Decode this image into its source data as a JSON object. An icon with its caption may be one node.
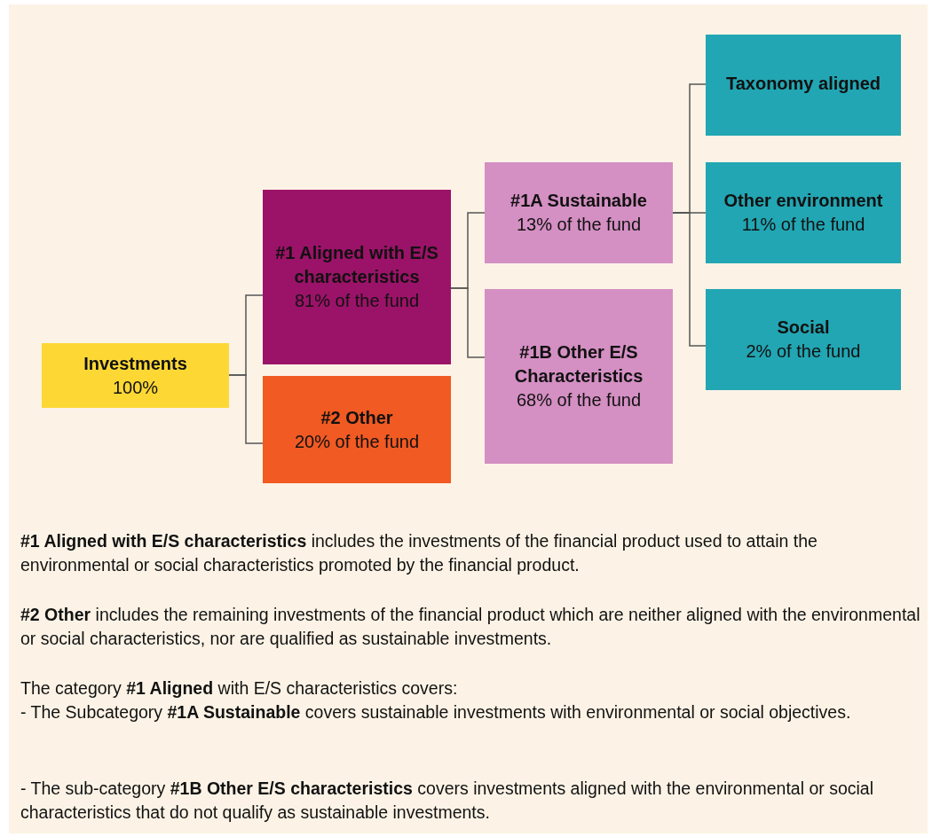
{
  "diagram": {
    "nodes": [
      {
        "text": [
          "Investments",
          "100%"
        ]
      },
      {
        "text": [
          "#1 Aligned with E/S characteristics",
          "81% of the fund"
        ]
      },
      {
        "text": [
          "#2 Other",
          "20% of the fund"
        ]
      },
      {
        "text": [
          "#1A Sustainable",
          "13% of the fund"
        ]
      },
      {
        "text": [
          "#1B Other E/S Characteristics",
          "68% of the fund"
        ]
      },
      {
        "text": [
          "Taxonomy aligned"
        ]
      },
      {
        "text": [
          "Other environment",
          "11% of the fund"
        ]
      },
      {
        "text": [
          "Social",
          "2% of the fund"
        ]
      }
    ],
    "edges": [
      {
        "from": 0,
        "to": 1,
        "arrow": "none"
      },
      {
        "from": 0,
        "to": 2,
        "arrow": "none"
      },
      {
        "from": 1,
        "to": 3,
        "arrow": "none"
      },
      {
        "from": 1,
        "to": 4,
        "arrow": "none"
      },
      {
        "from": 3,
        "to": 5,
        "arrow": "none"
      },
      {
        "from": 3,
        "to": 6,
        "arrow": "none"
      },
      {
        "from": 3,
        "to": 7,
        "arrow": "none"
      }
    ],
    "labels": [
      "**#1 Aligned with E/S characteristics** includes the investments of the financial product used to attain the environmental or social characteristics promoted by the financial product.",
      "**#2 Other** includes the remaining investments of the financial product which are neither aligned with the environmental or social characteristics, nor are qualified as sustainable investments.",
      "The category **#1 Aligned** with E/S characteristics covers:",
      "- The Subcategory **#1A Sustainable** covers sustainable investments with environmental or social objectives.",
      "- The sub-category **#1B Other E/S characteristics** covers investments aligned with the environmental or social characteristics that do not qualify as sustainable investments."
    ]
  }
}
